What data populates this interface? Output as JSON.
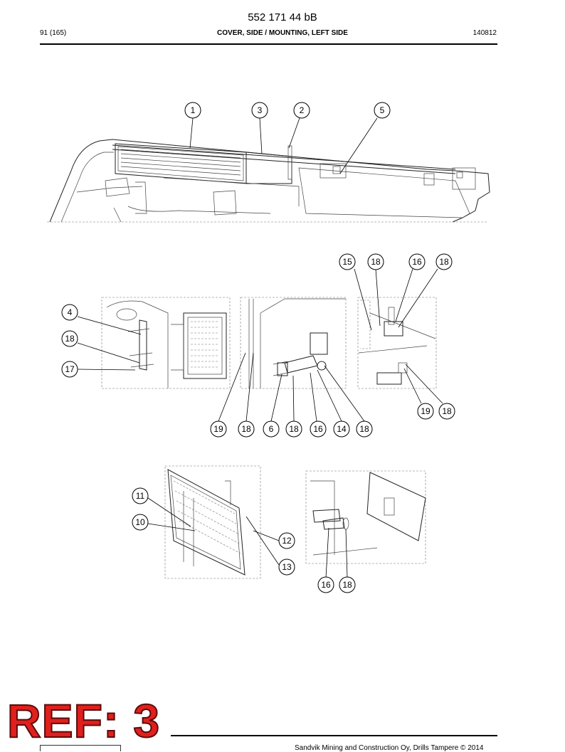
{
  "header": {
    "doc_number": "552 171 44 bB",
    "page": "91 (165)",
    "title": "COVER, SIDE / MOUNTING, LEFT SIDE",
    "date_code": "140812"
  },
  "footer": {
    "copyright": "Sandvik Mining and Construction Oy, Drills Tampere © 2014"
  },
  "stamp": {
    "ref_label": "REF: 3",
    "color": "#e0201c"
  },
  "callouts": {
    "main": [
      "1",
      "3",
      "2",
      "5"
    ],
    "d1": [
      "4",
      "18",
      "17"
    ],
    "d2": [
      "19",
      "18",
      "6",
      "18",
      "16",
      "14",
      "18"
    ],
    "d3": [
      "15",
      "18",
      "16",
      "18",
      "19",
      "18"
    ],
    "d4": [
      "11",
      "10",
      "12",
      "13"
    ],
    "d5": [
      "16",
      "18"
    ]
  }
}
